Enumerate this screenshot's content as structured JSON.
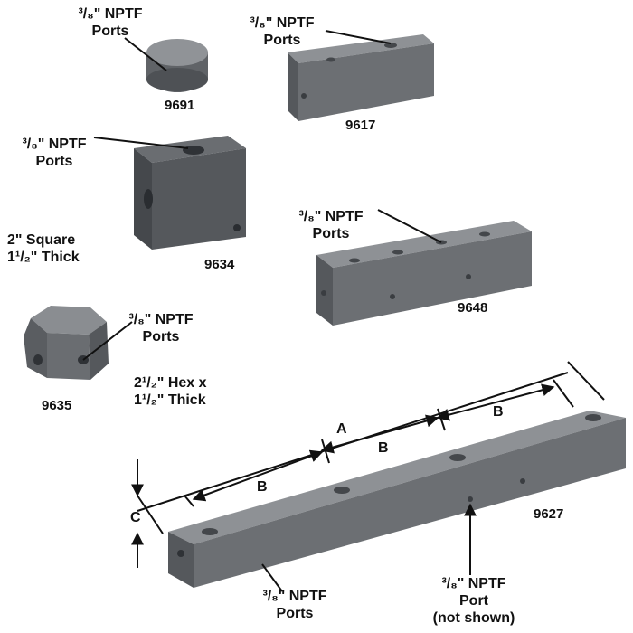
{
  "parts": {
    "p9691": {
      "number": "9691",
      "ports": "³/₈\" NPTF\nPorts"
    },
    "p9617": {
      "number": "9617",
      "ports": "³/₈\" NPTF\nPorts"
    },
    "p9634": {
      "number": "9634",
      "ports": "³/₈\" NPTF\nPorts",
      "size": "2\" Square\n1¹/₂\" Thick"
    },
    "p9648": {
      "number": "9648",
      "ports": "³/₈\" NPTF\nPorts"
    },
    "p9635": {
      "number": "9635",
      "ports": "³/₈\" NPTF\nPorts",
      "size": "2¹/₂\" Hex x\n1¹/₂\" Thick"
    },
    "p9627": {
      "number": "9627",
      "ports": "³/₈\" NPTF\nPorts",
      "port_hidden": "³/₈\" NPTF\nPort\n(not shown)",
      "dims": {
        "a": "A",
        "b1": "B",
        "b2": "B",
        "b3": "B",
        "c": "C"
      }
    }
  },
  "colors": {
    "metal_top": "#8d9094",
    "metal_front": "#6b6e72",
    "metal_side": "#55585c",
    "ink": "#111111"
  }
}
